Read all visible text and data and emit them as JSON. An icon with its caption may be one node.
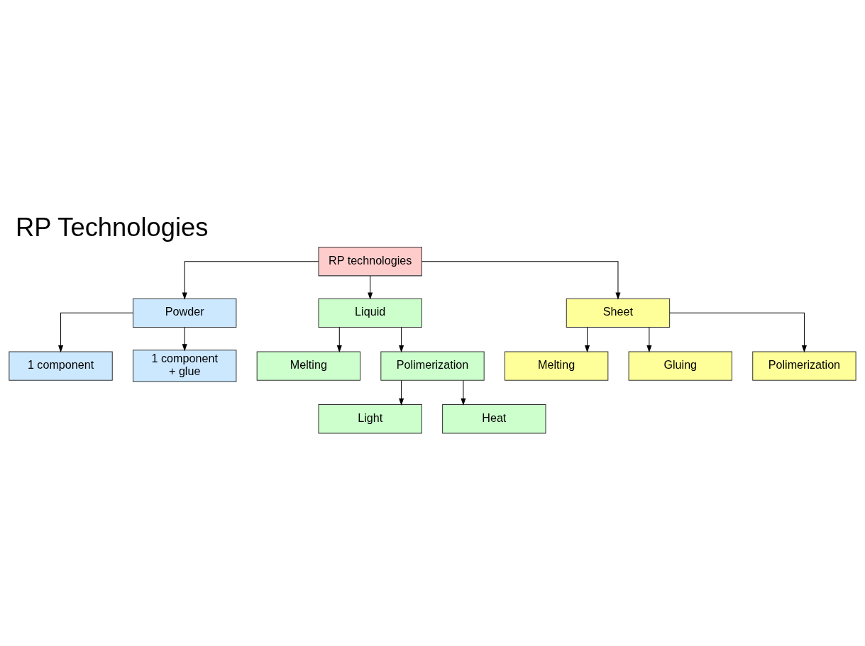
{
  "diagram": {
    "title": "RP Technologies",
    "nodes": [
      {
        "text": [
          "RP technologies"
        ]
      },
      {
        "text": [
          "Powder"
        ]
      },
      {
        "text": [
          "Liquid"
        ]
      },
      {
        "text": [
          "Sheet"
        ]
      },
      {
        "text": [
          "1 component"
        ]
      },
      {
        "text": [
          "1 component + glue"
        ]
      },
      {
        "text": [
          "Melting"
        ]
      },
      {
        "text": [
          "Polimerization"
        ]
      },
      {
        "text": [
          "Light"
        ]
      },
      {
        "text": [
          "Heat"
        ]
      },
      {
        "text": [
          "Melting"
        ]
      },
      {
        "text": [
          "Gluing"
        ]
      },
      {
        "text": [
          "Polimerization"
        ]
      }
    ],
    "edges": [
      {
        "from": 0,
        "to": 1,
        "arrow": "to"
      },
      {
        "from": 0,
        "to": 2,
        "arrow": "to"
      },
      {
        "from": 0,
        "to": 3,
        "arrow": "to"
      },
      {
        "from": 1,
        "to": 4,
        "arrow": "to"
      },
      {
        "from": 1,
        "to": 5,
        "arrow": "to"
      },
      {
        "from": 2,
        "to": 6,
        "arrow": "to"
      },
      {
        "from": 2,
        "to": 7,
        "arrow": "to"
      },
      {
        "from": 7,
        "to": 8,
        "arrow": "to"
      },
      {
        "from": 7,
        "to": 9,
        "arrow": "to"
      },
      {
        "from": 3,
        "to": 10,
        "arrow": "to"
      },
      {
        "from": 3,
        "to": 11,
        "arrow": "to"
      },
      {
        "from": 3,
        "to": 12,
        "arrow": "to"
      }
    ]
  }
}
